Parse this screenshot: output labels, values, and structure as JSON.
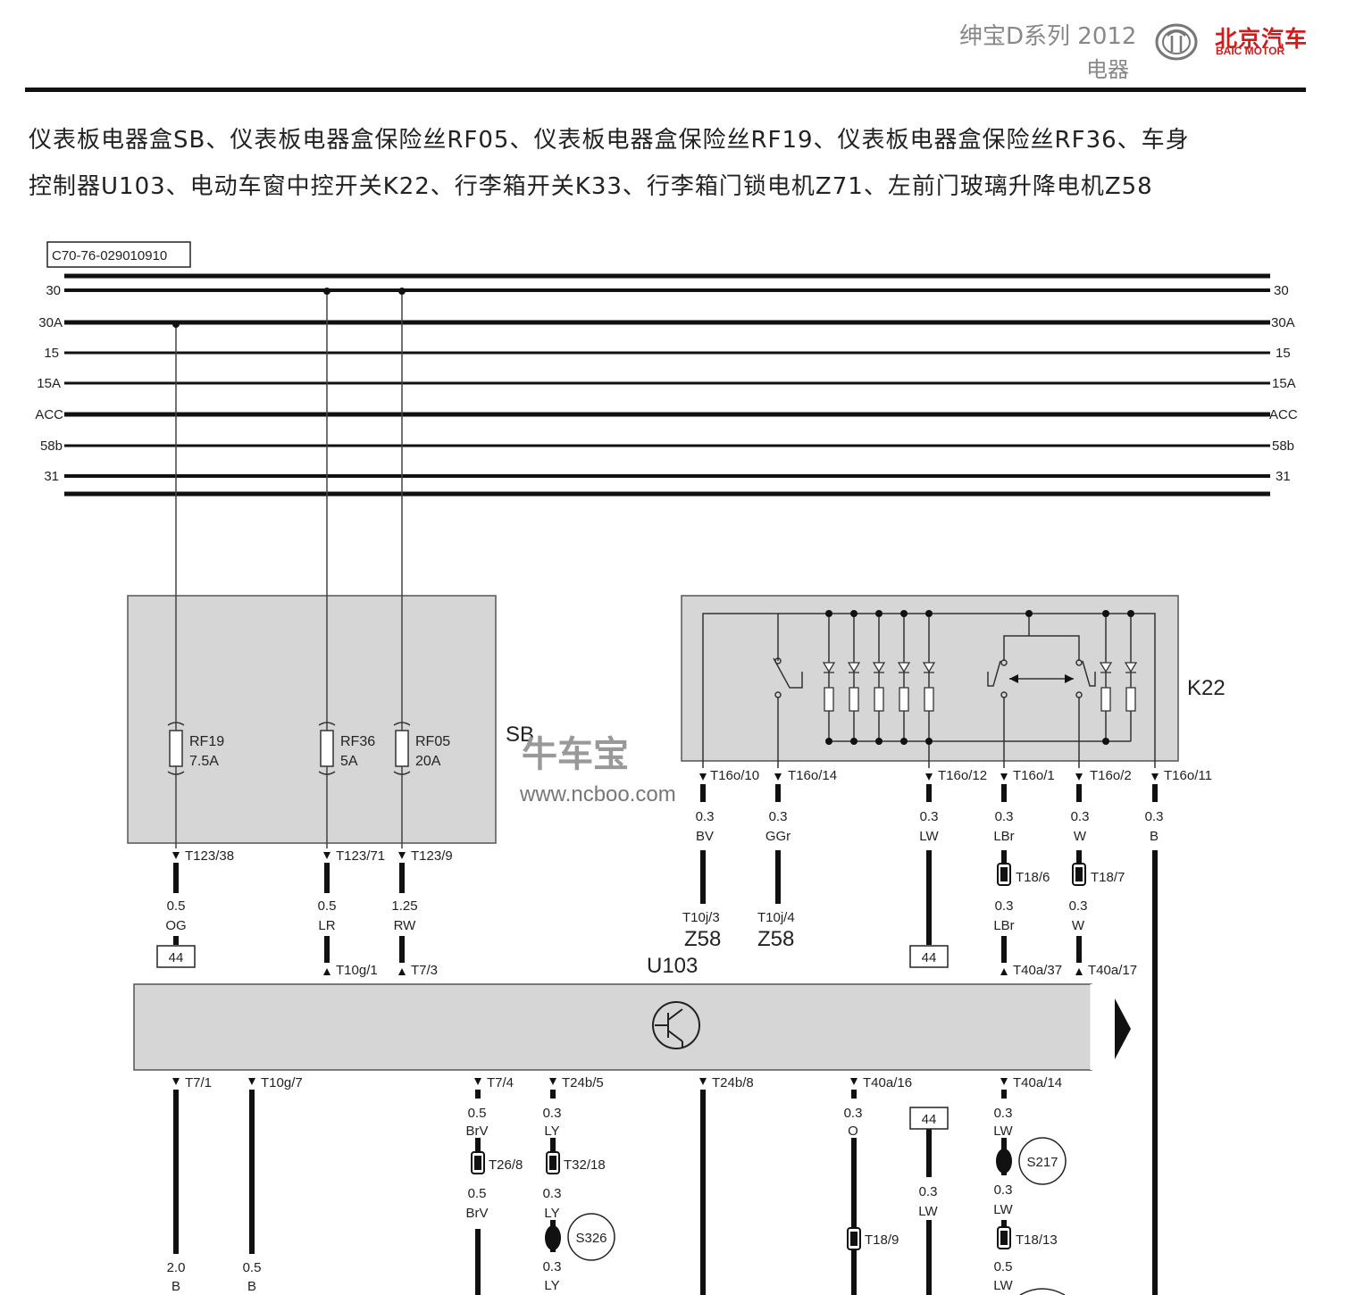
{
  "header": {
    "model": "绅宝D系列 2012",
    "section": "电器",
    "brand_cn": "北京汽车",
    "brand_en": "BAIC MOTOR"
  },
  "title_lines": [
    "仪表板电器盒SB、仪表板电器盒保险丝RF05、仪表板电器盒保险丝RF19、仪表板电器盒保险丝RF36、车身",
    "控制器U103、电动车窗中控开关K22、行李箱开关K33、行李箱门锁电机Z71、左前门玻璃升降电机Z58"
  ],
  "diagram_code": "C70-76-029010910",
  "buses": [
    "30",
    "30A",
    "15",
    "15A",
    "ACC",
    "58b",
    "31"
  ],
  "sb": {
    "name": "SB",
    "fuses": [
      {
        "id": "RF19",
        "rating": "7.5A"
      },
      {
        "id": "RF36",
        "rating": "5A"
      },
      {
        "id": "RF05",
        "rating": "20A"
      }
    ]
  },
  "k22": {
    "name": "K22"
  },
  "u103": {
    "name": "U103"
  },
  "connectors": {
    "sb_out": [
      "T123/38",
      "T123/71",
      "T123/9"
    ],
    "k22_out": [
      "T16o/10",
      "T16o/14",
      "T16o/12",
      "T16o/1",
      "T16o/2",
      "T16o/11"
    ],
    "u103_top": [
      "T10g/1",
      "T7/3",
      "T40a/37",
      "T40a/17"
    ],
    "u103_bottom": [
      "T7/1",
      "T10g/7",
      "T7/4",
      "T24b/5",
      "T24b/8",
      "T40a/16",
      "T40a/14"
    ],
    "inline": [
      "T18/6",
      "T18/7",
      "T26/8",
      "T32/18",
      "T18/9",
      "T18/13"
    ],
    "z58_pins": [
      "T10j/3",
      "T10j/4"
    ]
  },
  "wires": {
    "og": [
      "0.5",
      "OG"
    ],
    "lr": [
      "0.5",
      "LR"
    ],
    "rw": [
      "1.25",
      "RW"
    ],
    "bv": [
      "0.3",
      "BV"
    ],
    "ggr": [
      "0.3",
      "GGr"
    ],
    "lw1": [
      "0.3",
      "LW"
    ],
    "lbr1": [
      "0.3",
      "LBr"
    ],
    "w1": [
      "0.3",
      "W"
    ],
    "b1": [
      "0.3",
      "B"
    ],
    "lbr2": [
      "0.3",
      "LBr"
    ],
    "w2": [
      "0.3",
      "W"
    ],
    "b2": [
      "2.0",
      "B"
    ],
    "b3": [
      "0.5",
      "B"
    ],
    "brv1": [
      "0.5",
      "BrV"
    ],
    "ly1": [
      "0.3",
      "LY"
    ],
    "brv2": [
      "0.5",
      "BrV"
    ],
    "ly2": [
      "0.3",
      "LY"
    ],
    "ly3": [
      "0.3",
      "LY"
    ],
    "o": [
      "0.3",
      "O"
    ],
    "lw2": [
      "0.3",
      "LW"
    ],
    "lw3": [
      "0.3",
      "LW"
    ],
    "lw4": [
      "0.3",
      "LW"
    ],
    "lw5": [
      "0.5",
      "LW"
    ]
  },
  "targets": {
    "z58": "Z58"
  },
  "ground_refs": [
    "44",
    "44",
    "44"
  ],
  "splices": [
    "S217",
    "S326"
  ],
  "watermark": {
    "cn": "牛车宝",
    "url": "www.ncboo.com"
  }
}
